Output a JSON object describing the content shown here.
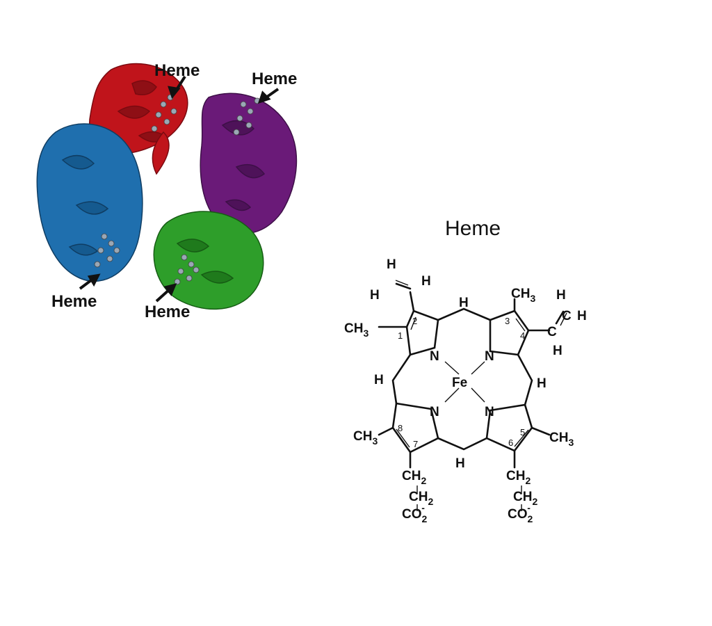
{
  "protein": {
    "labels": [
      "Heme",
      "Heme",
      "Heme",
      "Heme"
    ],
    "colors": {
      "red": "#c0141b",
      "purple": "#6a1a78",
      "blue": "#1f6fae",
      "green": "#2e9e2a"
    }
  },
  "structure": {
    "title": "Heme",
    "center": "Fe",
    "nitrogen": "N",
    "hydrogen": "H",
    "methyl": "CH",
    "methyl_sub": "3",
    "methylene": "CH",
    "methylene_sub": "2",
    "carboxylate": "CO",
    "carboxylate_sub": "2",
    "carboxylate_sup": "-",
    "vinyl_carbon": "C",
    "positions": [
      "1",
      "2",
      "3",
      "4",
      "5",
      "6",
      "7",
      "8"
    ]
  }
}
